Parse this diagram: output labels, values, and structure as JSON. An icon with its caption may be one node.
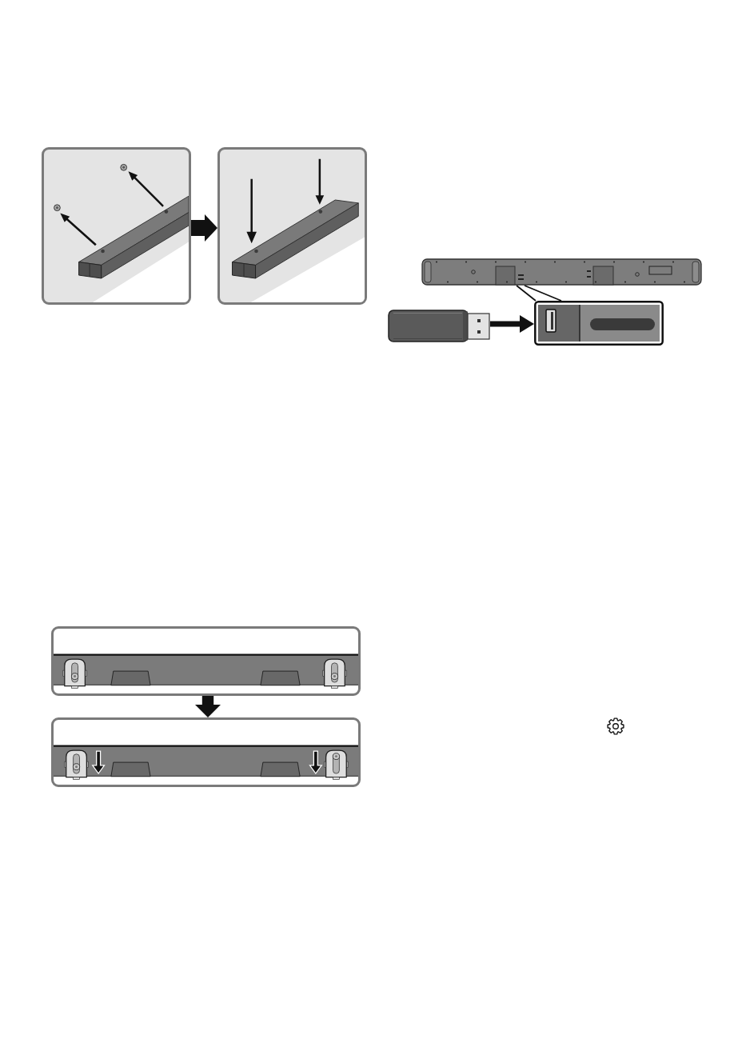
{
  "diagram": {
    "nodes": [
      {
        "text": [],
        "shape": "picture"
      },
      {
        "text": [],
        "shape": "picture"
      },
      {
        "text": [],
        "shape": "picture"
      },
      {
        "text": [],
        "shape": "picture"
      },
      {
        "text": [],
        "shape": "picture"
      },
      {
        "text": [],
        "shape": "picture"
      },
      {
        "text": [],
        "shape": "picture"
      }
    ],
    "edges": [
      {
        "from": 0,
        "to": 1,
        "arrow": "to",
        "style": "thick"
      },
      {
        "from": 2,
        "to": 4,
        "arrow": "none"
      },
      {
        "from": 3,
        "to": 4,
        "arrow": "to"
      },
      {
        "from": 5,
        "to": 6,
        "arrow": "to",
        "style": "thick"
      }
    ]
  }
}
